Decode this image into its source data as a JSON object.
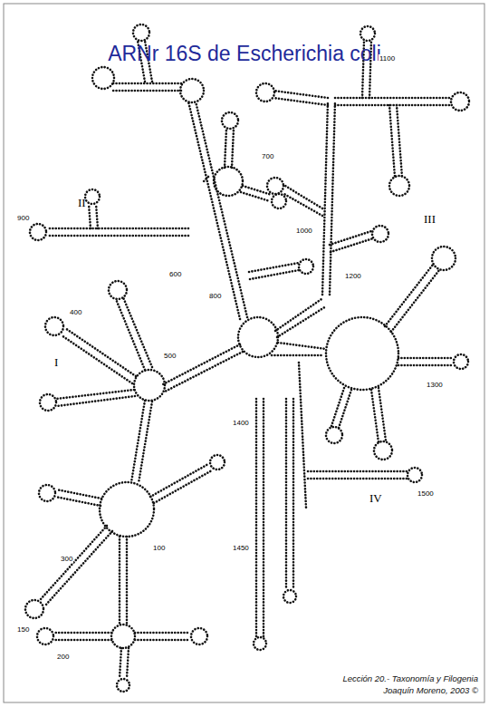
{
  "diagram": {
    "title": "ARNr 16S de Escherichia coli",
    "caption": "Lección 20.- Taxonomía y Filogenia",
    "labels": [
      "Joaquín Moreno, 2003 ©",
      "I",
      "II",
      "III",
      "IV",
      "100",
      "150",
      "200",
      "300",
      "400",
      "500",
      "600",
      "700",
      "800",
      "900",
      "1000",
      "1100",
      "1200",
      "1300",
      "1400",
      "1450",
      "1500"
    ]
  }
}
